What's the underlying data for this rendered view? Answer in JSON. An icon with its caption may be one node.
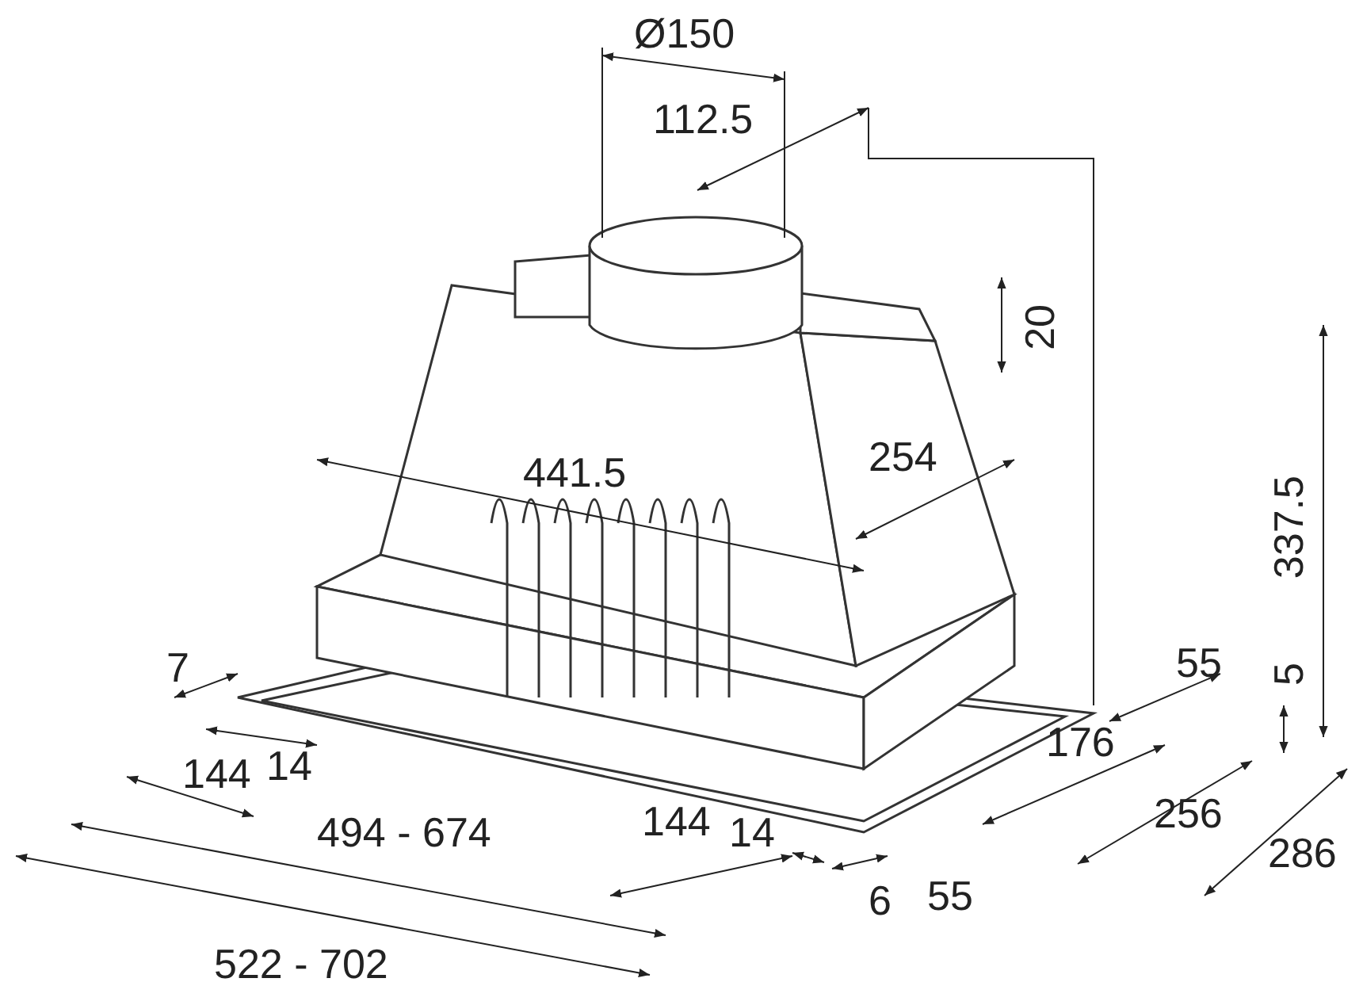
{
  "diagram": {
    "labels": [
      "Ø150",
      "112.5",
      "20",
      "441.5",
      "254",
      "337.5",
      "7",
      "55",
      "5",
      "14",
      "144",
      "176",
      "256",
      "286",
      "494 - 674",
      "14",
      "144",
      "6",
      "55",
      "522 - 702"
    ]
  }
}
